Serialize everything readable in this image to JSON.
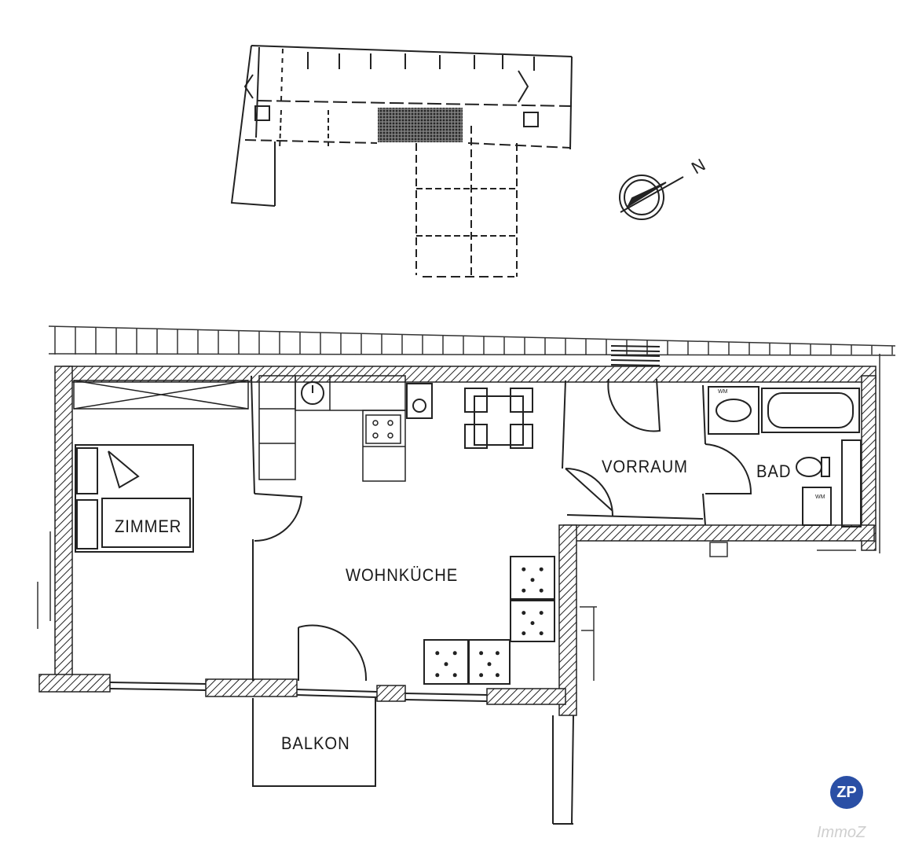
{
  "rooms": {
    "zimmer": "ZIMMER",
    "wohnkueche": "WOHNKÜCHE",
    "vorraum": "VORRAUM",
    "bad": "BAD",
    "balkon": "BALKON"
  },
  "compass": {
    "north_letter": "N"
  },
  "fixtures": {
    "washbasin_tag": "WM",
    "wc_tag": "WM"
  },
  "branding": {
    "logo": "ZP",
    "watermark": "ImmoZ",
    "logo_color": "#2a4fa5"
  }
}
